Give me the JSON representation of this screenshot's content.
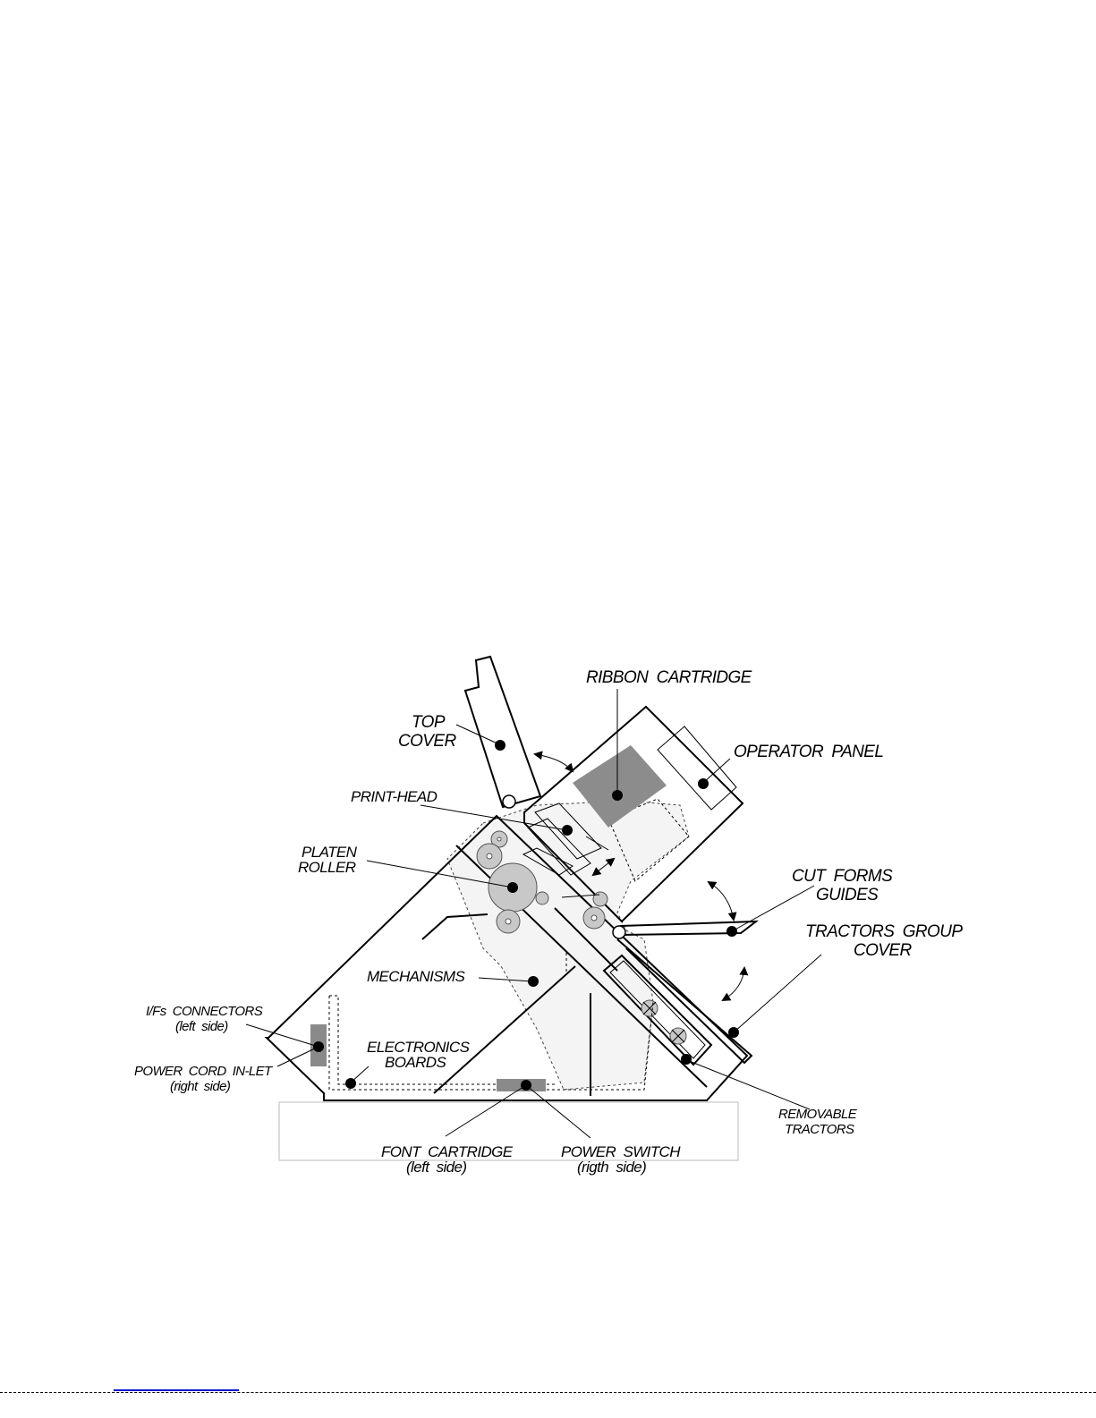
{
  "labels": {
    "ribbon_cartridge": "RIBBON  CARTRIDGE",
    "top_cover_line1": "TOP",
    "top_cover_line2": "COVER",
    "operator_panel": "OPERATOR  PANEL",
    "print_head": "PRINT-HEAD",
    "platen_roller_line1": "PLATEN",
    "platen_roller_line2": "ROLLER",
    "cut_forms_guides_line1": "CUT  FORMS",
    "cut_forms_guides_line2": "GUIDES",
    "tractors_group_cover_line1": "TRACTORS  GROUP",
    "tractors_group_cover_line2": "COVER",
    "mechanisms": "MECHANISMS",
    "ifs_connectors_line1": "I/Fs  CONNECTORS",
    "ifs_connectors_line2": "(left  side)",
    "electronics_boards_line1": "ELECTRONICS",
    "electronics_boards_line2": "BOARDS",
    "power_cord_inlet_line1": "POWER  CORD  IN-LET",
    "power_cord_inlet_line2": "(right  side)",
    "removable_tractors_line1": "REMOVABLE",
    "removable_tractors_line2": "TRACTORS",
    "font_cartridge_line1": "FONT  CARTRIDGE",
    "font_cartridge_line2": "(left  side)",
    "power_switch_line1": "POWER  SWITCH",
    "power_switch_line2": "(rigth  side)"
  }
}
